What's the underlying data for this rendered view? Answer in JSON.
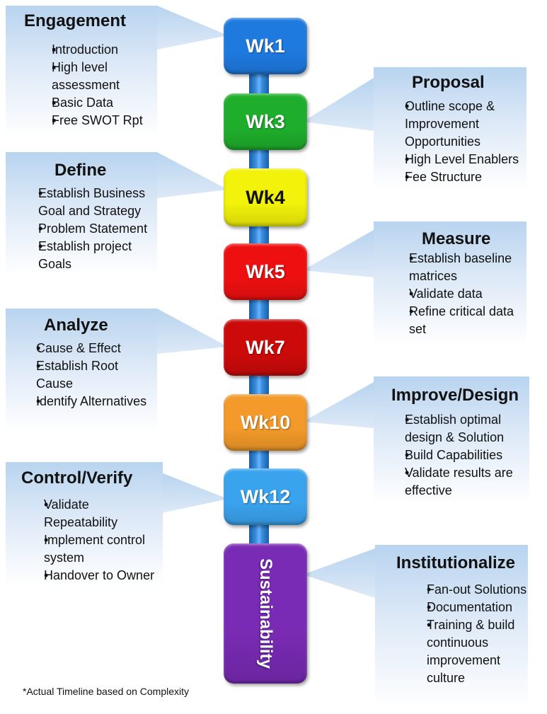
{
  "stages": [
    {
      "label": "Wk1",
      "color": "#1f7ae0"
    },
    {
      "label": "Wk3",
      "color": "#1fae2c"
    },
    {
      "label": "Wk4",
      "color": "#f2f20a"
    },
    {
      "label": "Wk5",
      "color": "#ee1010"
    },
    {
      "label": "Wk7",
      "color": "#cc0a0a"
    },
    {
      "label": "Wk10",
      "color": "#f39a2a"
    },
    {
      "label": "Wk12",
      "color": "#3aa3ee"
    },
    {
      "label": "Sustainability",
      "color": "#7a2bb5"
    }
  ],
  "callouts": {
    "engagement": {
      "title": "Engagement",
      "items": [
        "Introduction",
        "High level assessment",
        "Basic Data",
        "Free SWOT Rpt"
      ]
    },
    "proposal": {
      "title": "Proposal",
      "items": [
        "Outline scope & Improvement Opportunities",
        "High Level Enablers",
        "Fee Structure"
      ]
    },
    "define": {
      "title": "Define",
      "items": [
        "Establish Business Goal and Strategy",
        "Problem Statement",
        "Establish project Goals"
      ]
    },
    "measure": {
      "title": "Measure",
      "items": [
        "Establish baseline matrices",
        "Validate data",
        "Refine critical data set"
      ]
    },
    "analyze": {
      "title": "Analyze",
      "items": [
        "Cause & Effect",
        "Establish Root Cause",
        "Identify Alternatives"
      ]
    },
    "improve": {
      "title": "Improve/Design",
      "items": [
        "Establish optimal design & Solution",
        "Build Capabilities",
        "Validate results are effective"
      ]
    },
    "control": {
      "title": "Control/Verify",
      "items": [
        "Validate Repeatability",
        "Implement control system",
        "Handover to Owner"
      ]
    },
    "institutionalize": {
      "title": "Institutionalize",
      "items": [
        "Fan-out Solutions",
        "Documentation",
        "Training & build continuous improvement culture"
      ]
    }
  },
  "footnote": "*Actual Timeline based on Complexity"
}
